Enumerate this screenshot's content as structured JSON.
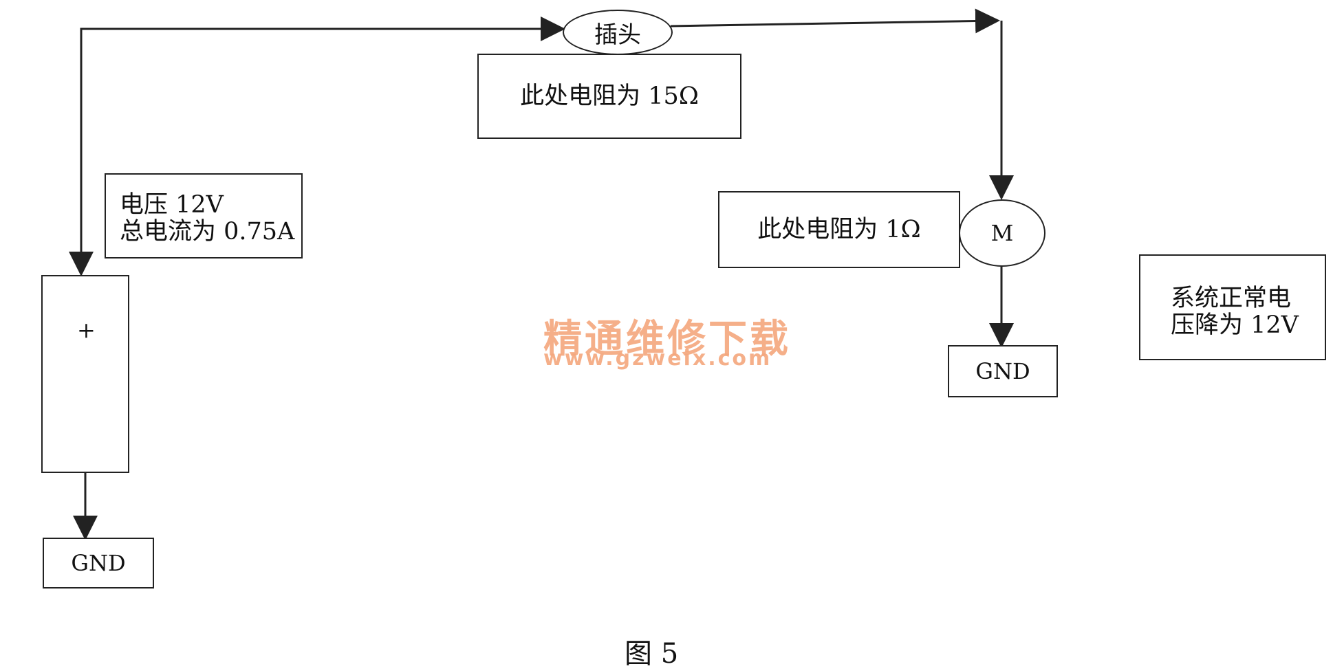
{
  "battery": {
    "plus": "+",
    "ground": "GND"
  },
  "source_note": {
    "line1": "电压 12V",
    "line2": "总电流为 0.75A"
  },
  "plug": {
    "label": "插头",
    "resistance_note": "此处电阻为 15Ω"
  },
  "motor": {
    "label": "M",
    "resistance_note": "此处电阻为 1Ω",
    "ground": "GND"
  },
  "system_note": {
    "line1": "系统正常电",
    "line2": "压降为 12V"
  },
  "watermark": {
    "name": "精通维修下载",
    "url": "www.gzweix.com",
    "color": "#f4a77d"
  },
  "caption": "图 5",
  "colors": {
    "line": "#222222",
    "background": "#ffffff"
  }
}
